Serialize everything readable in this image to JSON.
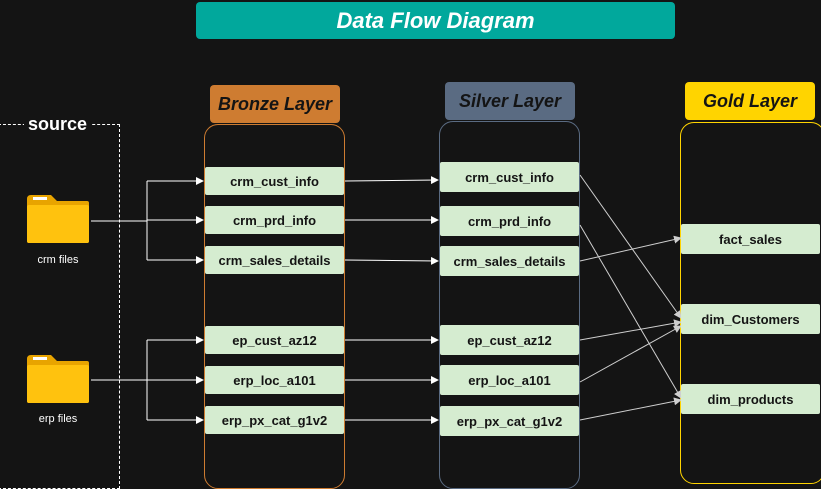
{
  "title": "Data Flow Diagram",
  "source": {
    "label": "source",
    "crm_label": "crm files",
    "erp_label": "erp files"
  },
  "bronze": {
    "title": "Bronze Layer",
    "color": "#ce7c31",
    "nodes": [
      "crm_cust_info",
      "crm_prd_info",
      "crm_sales_details",
      "ep_cust_az12",
      "erp_loc_a101",
      "erp_px_cat_g1v2"
    ]
  },
  "silver": {
    "title": "Silver Layer",
    "color": "#5a6b82",
    "nodes": [
      "crm_cust_info",
      "crm_prd_info",
      "crm_sales_details",
      "ep_cust_az12",
      "erp_loc_a101",
      "erp_px_cat_g1v2"
    ]
  },
  "gold": {
    "title": "Gold Layer",
    "color": "#ffd400",
    "nodes": [
      "fact_sales",
      "dim_Customers",
      "dim_products"
    ]
  },
  "colors": {
    "title_bg": "#01a89c",
    "node_bg": "#d5ecd0",
    "folder": "#ffc20e",
    "background": "#141414"
  }
}
